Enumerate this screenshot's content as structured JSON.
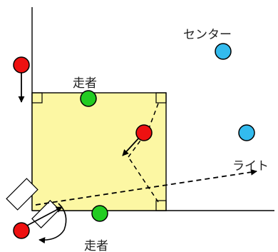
{
  "labels": {
    "center": "センター",
    "right": "ライト",
    "runner_top": "走者",
    "runner_bottom": "走者"
  },
  "colors": {
    "field_fill": "#fcf7a3",
    "line": "#000000",
    "player_blue": "#33bbee",
    "player_green": "#22cc22",
    "player_red": "#ee1111"
  }
}
